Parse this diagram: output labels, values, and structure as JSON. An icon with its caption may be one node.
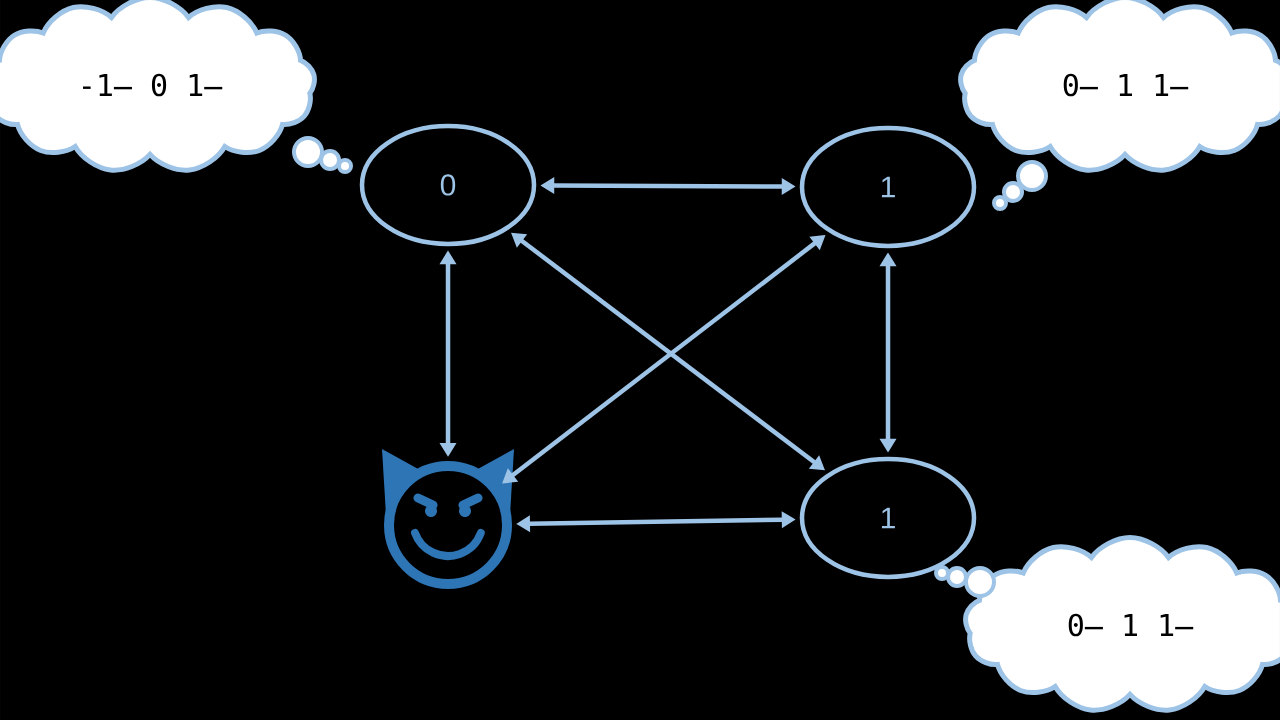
{
  "diagram": {
    "nodes": [
      {
        "text": [
          "0"
        ]
      },
      {
        "text": [
          "1"
        ]
      },
      {
        "text": [],
        "shape": "picture"
      },
      {
        "text": [
          "1"
        ]
      },
      {
        "text": [
          "-1̶ 0 1̶"
        ]
      },
      {
        "text": [
          "0̶ 1 1̶"
        ]
      },
      {
        "text": [
          "0̶ 1 1̶"
        ]
      }
    ],
    "edges": [
      {
        "from": 0,
        "to": 1,
        "arrow": "both"
      },
      {
        "from": 0,
        "to": 2,
        "arrow": "both"
      },
      {
        "from": 0,
        "to": 3,
        "arrow": "both"
      },
      {
        "from": 1,
        "to": 2,
        "arrow": "both"
      },
      {
        "from": 1,
        "to": 3,
        "arrow": "both"
      },
      {
        "from": 2,
        "to": 3,
        "arrow": "both"
      }
    ]
  }
}
